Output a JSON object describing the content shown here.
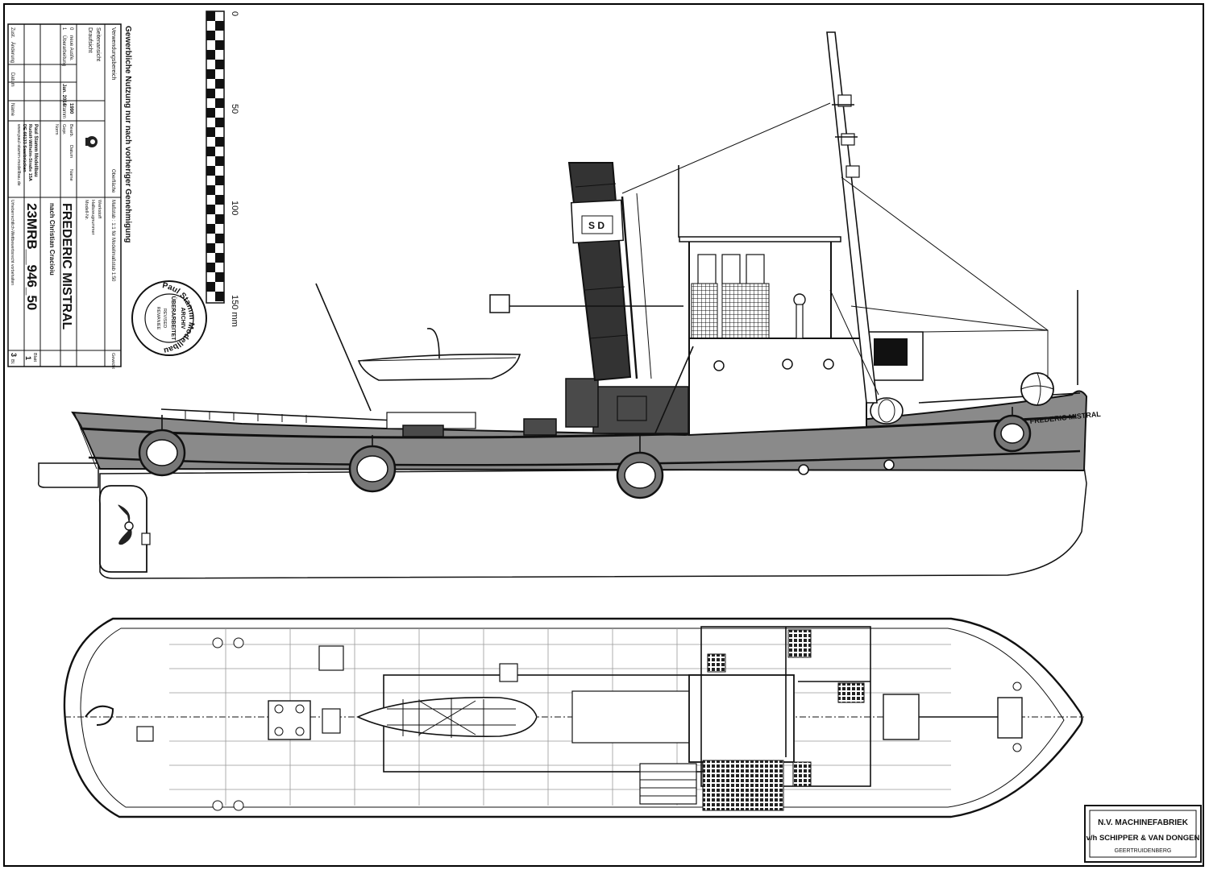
{
  "title_block": {
    "disclaimer": "Gewerbliche Nutzung nur nach vorheriger Genehmigung",
    "usage_labels": [
      "Verwendungsbereich",
      "Seitenansicht",
      "Draufsicht"
    ],
    "rev_rows": [
      {
        "idx": "0",
        "text": "neue Ausfe.",
        "year": "1990"
      },
      {
        "idx": "1",
        "text": "Überarbeitung",
        "year": "Jan. 2014",
        "name": "Stamm"
      }
    ],
    "footer_cols": [
      "Zust.",
      "Änderung",
      "Datum",
      "Name"
    ],
    "small_cols": [
      "Datum",
      "Name"
    ],
    "small_rows": [
      "Bearb.",
      "Gepr.",
      "Norm"
    ],
    "company_lines": [
      "Paul Stamm Modellbau",
      "Rudolf-Wilhelm-Straße 15A",
      "DE-66133 Saarbrücken",
      "www.paul-stamm-modellbau.de"
    ],
    "oberflaeche": "Oberfläche",
    "massstab": "Maßstab : 1:1 für Modellmaßstab 1:50",
    "werkstoff_labels": [
      "Werkstoff",
      "Halbzeugnummer",
      "Modell-Nr."
    ],
    "drawing_title": "FREDERIC MISTRAL",
    "subtitle": "nach Christian Cracioiu",
    "drawing_number": "23MRB__946_50",
    "schutz": "Urheberrechtlich-Wettbewerbsrecht vorbehalten",
    "gewicht": "Gewicht",
    "blatt_label": "Blatt",
    "blatt": "1",
    "blatt_total": "3",
    "bl_label": "Bl."
  },
  "stamp": {
    "arc_text": "Paul Stamm Modellbau",
    "lines": [
      "ARCHIV",
      "ÜBERARBEITET",
      "REVISED",
      "REMANIEE"
    ]
  },
  "scale_bar": {
    "labels": [
      "0",
      "50",
      "100",
      "150 mm"
    ]
  },
  "ship_views": {
    "side": {
      "hull_name": "FREDERIC MISTRAL"
    },
    "funnel_badge": "S D",
    "top": {}
  },
  "maker_plate": {
    "line1": "N.V. MACHINEFABRIEK",
    "line2": "v/h SCHIPPER & VAN DONGEN",
    "line3": "GEERTRUIDENBERG"
  },
  "colors": {
    "hull_gray": "#8a8a8a",
    "ink": "#111111",
    "paper": "#ffffff"
  }
}
